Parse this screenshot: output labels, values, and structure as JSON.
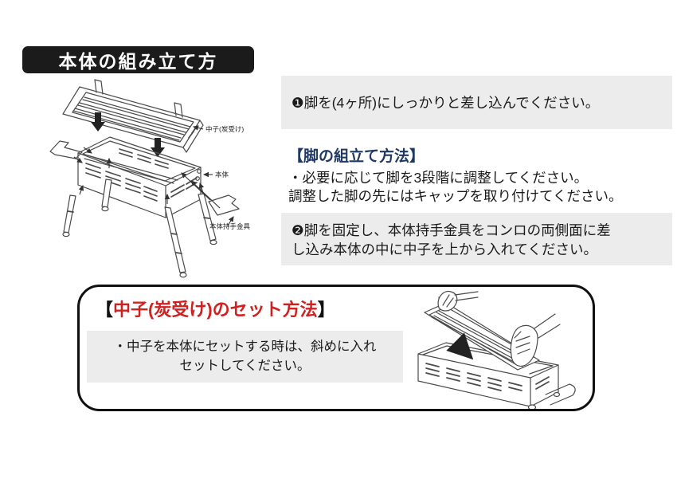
{
  "header": {
    "title": "本体の組み立て方"
  },
  "steps": {
    "step1": "❶脚を(4ヶ所)にしっかりと差し込んでください。",
    "step2": "❷脚を固定し、本体持手金具をコンロの両側面に差\nし込み本体の中に中子を上から入れてください。"
  },
  "leg_section": {
    "heading": "【脚の組立て方法】",
    "body": "・必要に応じて脚を3段階に調整してください。\n調整した脚の先にはキャップを取り付けてください。"
  },
  "nakago_section": {
    "bracket_open": "【",
    "title": "中子(炭受け)のセット方法",
    "bracket_close": "】",
    "body": "・中子を本体にセットする時は、斜めに入れ\nセットしてください。"
  },
  "diagram_labels": {
    "nakago": "中子(炭受け)",
    "body": "本体",
    "handle_bracket": "本体持手金具"
  },
  "colors": {
    "banner_bg": "#1b1b1b",
    "panel_gray": "#ececec",
    "heading_blue": "#1f3864",
    "heading_red": "#d02020",
    "line_art": "#4a4a4a"
  }
}
